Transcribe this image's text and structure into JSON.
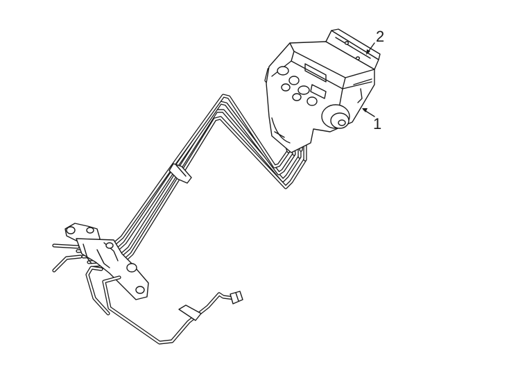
{
  "diagram": {
    "callouts": [
      {
        "label": "1",
        "part": "hydraulic-unit"
      },
      {
        "label": "2",
        "part": "control-module"
      }
    ],
    "line_color": "#1a1a1a",
    "background": "#ffffff"
  }
}
